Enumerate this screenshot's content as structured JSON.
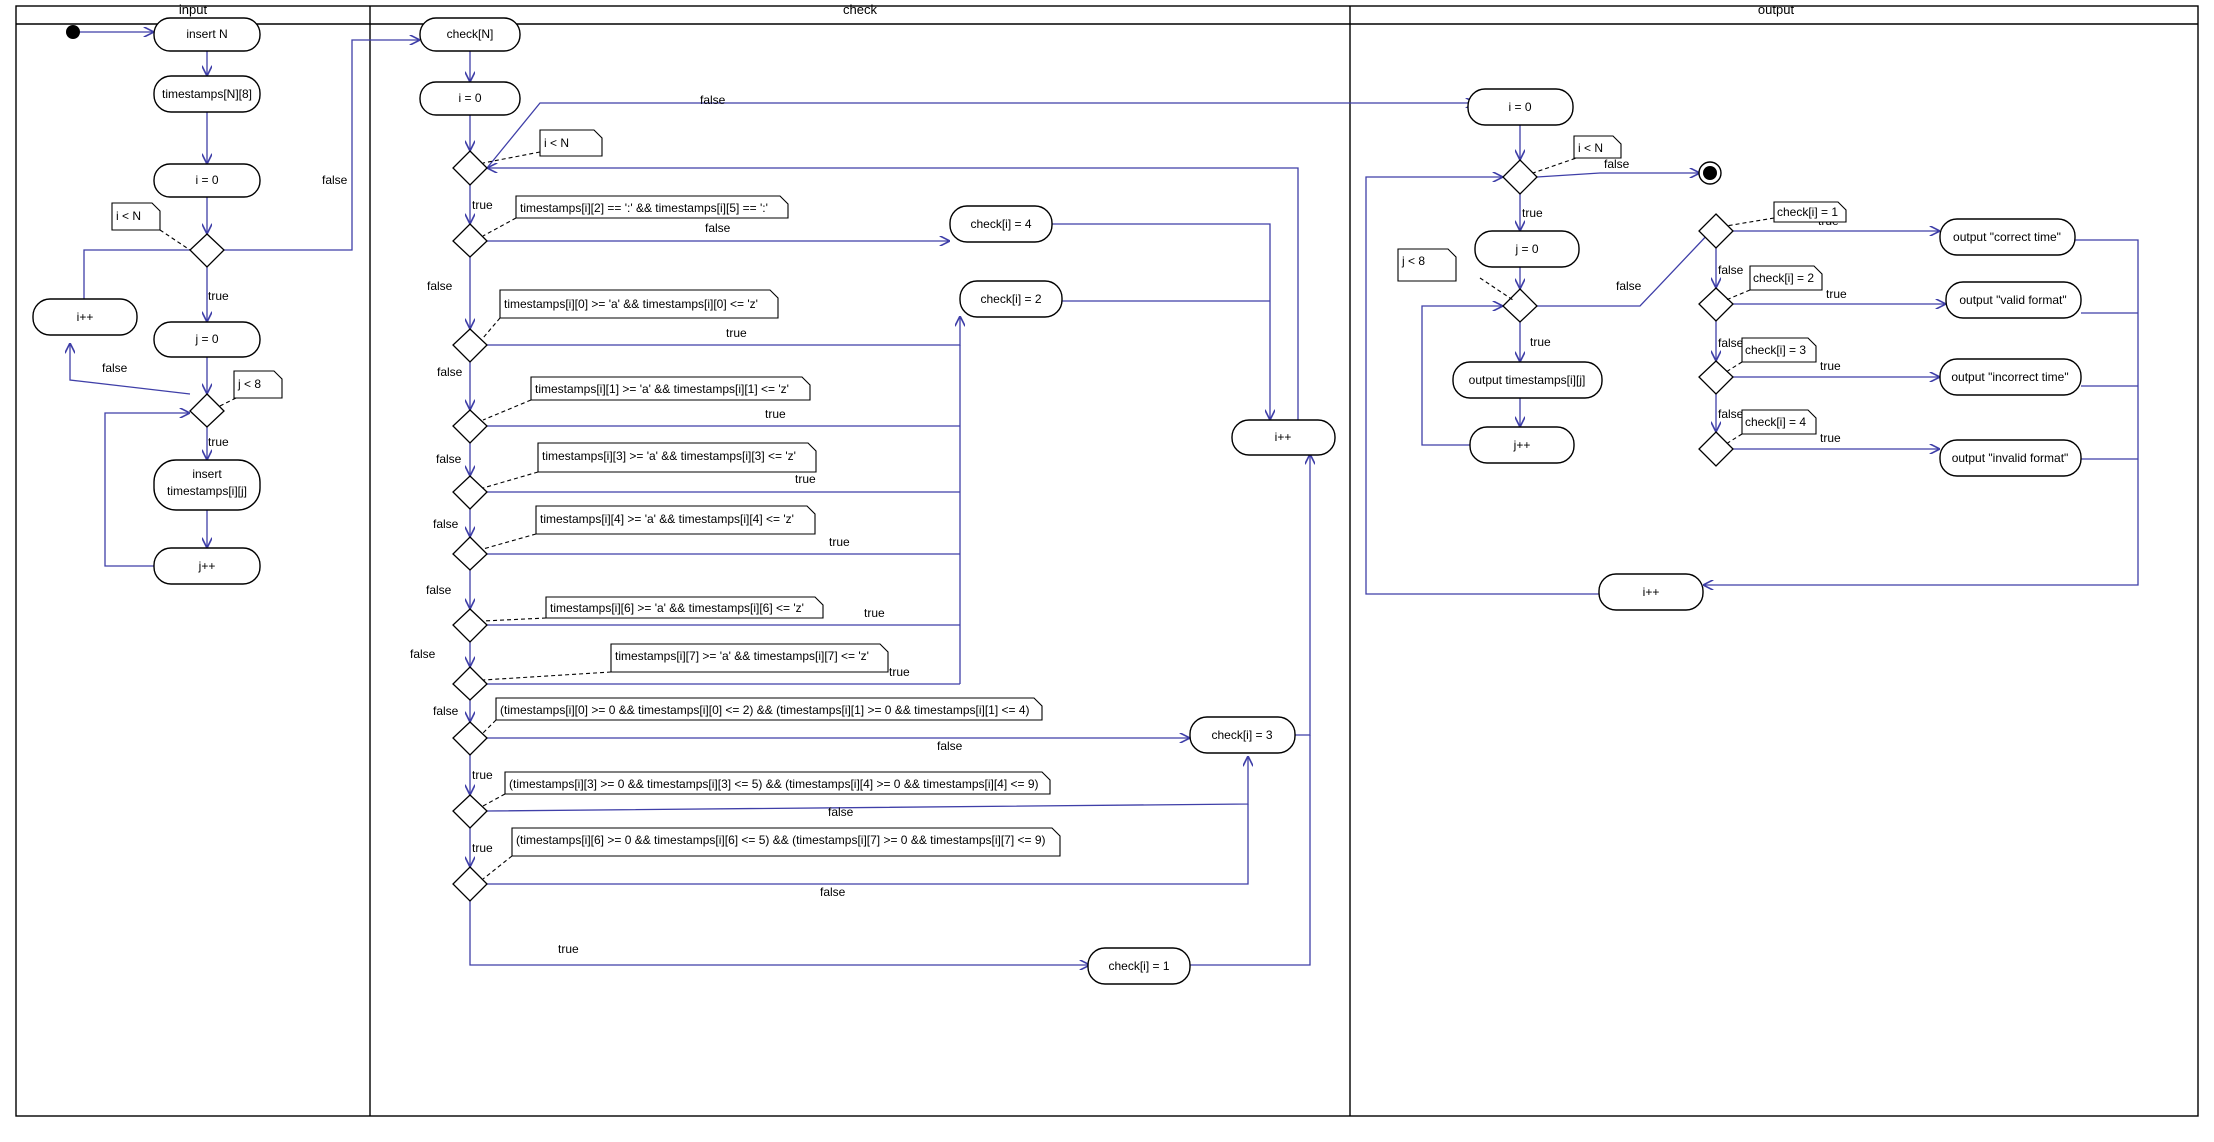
{
  "lanes": [
    "input",
    "check",
    "output"
  ],
  "actions": {
    "insert_n": "insert N",
    "timestamps_decl": "timestamps[N][8]",
    "input_i0": "i = 0",
    "input_j0": "j = 0",
    "input_ipp": "i++",
    "insert_ts": [
      "insert",
      "timestamps[i][j]"
    ],
    "input_jpp": "j++",
    "check_n": "check[N]",
    "check_i0": "i = 0",
    "check_i4": "check[i] = 4",
    "check_i2": "check[i] = 2",
    "check_ipp": "i++",
    "check_i3": "check[i] = 3",
    "check_i1": "check[i] = 1",
    "out_i0": "i = 0",
    "out_j0": "j = 0",
    "out_print_ts": "output timestamps[i][j]",
    "out_jpp": "j++",
    "out_ipp": "i++",
    "out_correct": "output \"correct time\"",
    "out_valid": "output \"valid format\"",
    "out_incorrect": "output \"incorrect time\"",
    "out_invalid": "output \"invalid format\""
  },
  "guards": {
    "i_lt_n": "i < N",
    "j_lt_8": "j < 8",
    "colons": "timestamps[i][2] == ':' && timestamps[i][5] == ':'",
    "c0": "timestamps[i][0] >= 'a' && timestamps[i][0] <= 'z'",
    "c1": "timestamps[i][1] >= 'a' && timestamps[i][1] <= 'z'",
    "c3": "timestamps[i][3] >= 'a' && timestamps[i][3] <= 'z'",
    "c4": "timestamps[i][4] >= 'a' && timestamps[i][4] <= 'z'",
    "c6": "timestamps[i][6] >= 'a' && timestamps[i][6] <= 'z'",
    "c7": "timestamps[i][7] >= 'a' && timestamps[i][7] <= 'z'",
    "hours": "(timestamps[i][0] >= 0 && timestamps[i][0] <= 2) && (timestamps[i][1] >= 0 && timestamps[i][1] <= 4)",
    "minutes": "(timestamps[i][3] >= 0 && timestamps[i][3] <= 5) && (timestamps[i][4] >= 0 && timestamps[i][4] <= 9)",
    "seconds": "(timestamps[i][6] >= 0 && timestamps[i][6] <= 5) && (timestamps[i][7] >= 0 && timestamps[i][7] <= 9)",
    "is1": "check[i] = 1",
    "is2": "check[i] = 2",
    "is3": "check[i] = 3",
    "is4": "check[i] = 4"
  },
  "edge_labels": {
    "true": "true",
    "false": "false"
  },
  "colors": {
    "edge": "#3f3fa8",
    "outline": "#000000",
    "background": "#ffffff"
  }
}
